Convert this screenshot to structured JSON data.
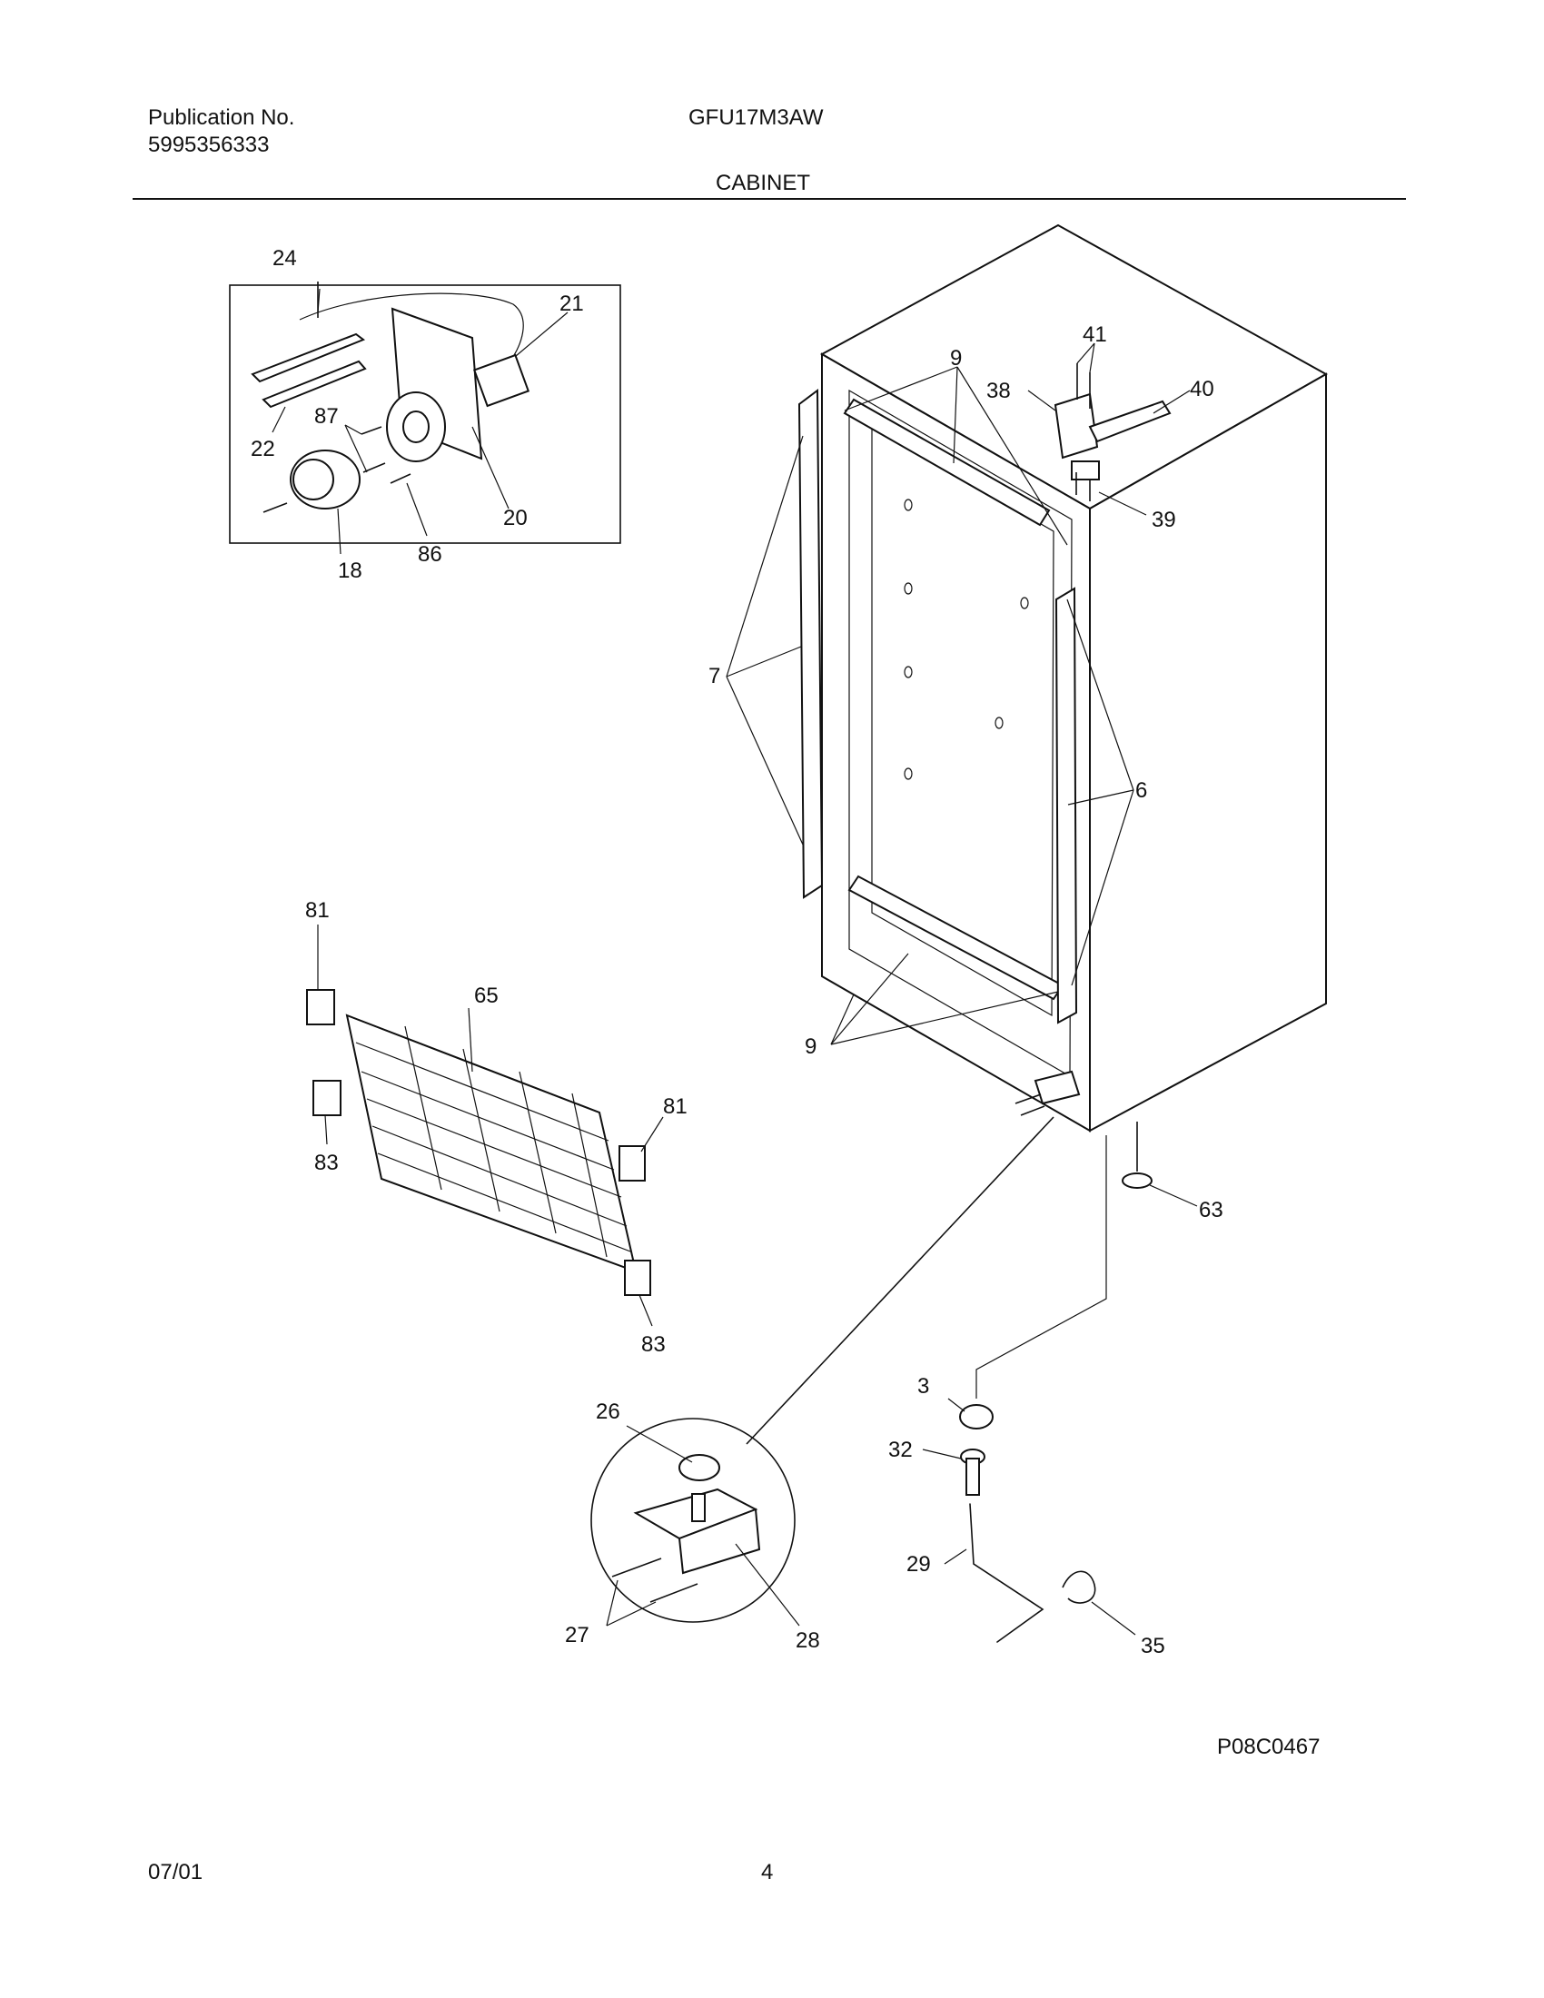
{
  "header": {
    "publication_label": "Publication No.",
    "publication_number": "5995356333",
    "model": "GFU17M3AW",
    "section": "CABINET"
  },
  "footer": {
    "diagram_code": "P08C0467",
    "date": "07/01",
    "page": "4"
  },
  "callouts": {
    "c24": "24",
    "c21": "21",
    "c87": "87",
    "c22": "22",
    "c20": "20",
    "c18": "18",
    "c86": "86",
    "c41": "41",
    "c9a": "9",
    "c38": "38",
    "c40": "40",
    "c39": "39",
    "c7": "7",
    "c6": "6",
    "c9b": "9",
    "c81a": "81",
    "c65": "65",
    "c83a": "83",
    "c81b": "81",
    "c83b": "83",
    "c63": "63",
    "c3": "3",
    "c32": "32",
    "c29": "29",
    "c35": "35",
    "c26": "26",
    "c27": "27",
    "c28": "28"
  }
}
